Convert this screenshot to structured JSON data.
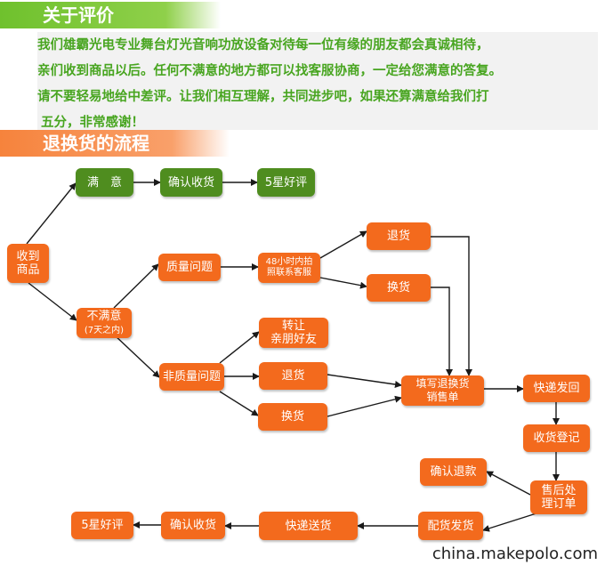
{
  "section1": {
    "title": "关于评价",
    "lines": [
      "我们雄霸光电专业舞台灯光音响功放设备对待每一位有缘的朋友都会真诚相待，",
      "亲们收到商品以后。任何不满意的地方都可以找客服协商，一定给您满意的答复。",
      "请不要轻易地给中差评。让我们相互理解，共同进步吧，如果还算满意给我们打",
      "五分，非常感谢！"
    ]
  },
  "section2": {
    "title": "退换货的流程"
  },
  "nodes": {
    "receive": [
      "收到",
      "商品"
    ],
    "satisfied": "满　意",
    "confirm_top": "确认收货",
    "five_star_top": "5星好评",
    "unsatisfied": [
      "不满意",
      "(7天之内)"
    ],
    "quality": "质量问题",
    "photo48": [
      "48小时内拍",
      "照联系客服"
    ],
    "return_top": "退货",
    "exchange_top": "换货",
    "non_quality": "非质量问题",
    "transfer": [
      "转让",
      "亲朋好友"
    ],
    "return_mid": "退货",
    "exchange_mid": "换货",
    "fill_form": [
      "填写退换货",
      "销售单"
    ],
    "express_return": "快递发回",
    "receipt_register": "收货登记",
    "after_sales": [
      "售后处",
      "理订单"
    ],
    "confirm_refund": "确认退款",
    "ship": "配货发货",
    "express_send": "快递送货",
    "confirm_bottom": "确认收货",
    "five_star_bottom": "5星好评"
  },
  "watermark": "china.makepolo.com",
  "colors": {
    "orange": "#f36a1d",
    "green": "#4f8d1f",
    "text_green": "#48a520",
    "arrow": "#1a1a1a"
  }
}
